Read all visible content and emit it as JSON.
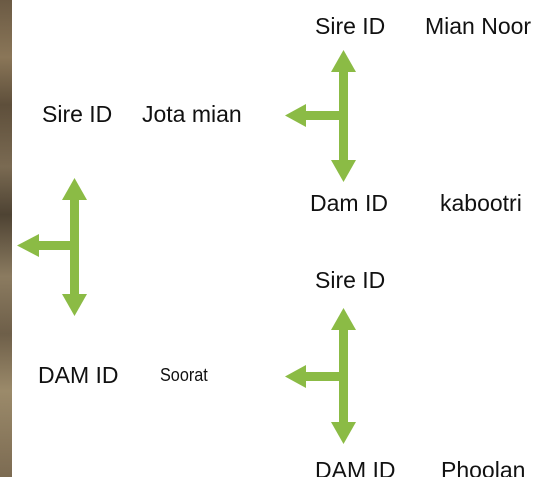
{
  "pedigree": {
    "root": {
      "sire": {
        "key": "Sire ID",
        "value": "Jota mian"
      },
      "dam": {
        "key": "DAM ID",
        "value": "Soorat"
      }
    },
    "sire_parents": {
      "sire": {
        "key": "Sire ID",
        "value": "Mian Noor"
      },
      "dam": {
        "key": "Dam ID",
        "value": "kabootri"
      }
    },
    "dam_parents": {
      "sire": {
        "key": "Sire ID",
        "value": ""
      },
      "dam": {
        "key": "DAM ID",
        "value": "Phoolan"
      }
    }
  },
  "colors": {
    "arrow": "#8bbb45",
    "text": "#111111",
    "background": "#ffffff"
  }
}
